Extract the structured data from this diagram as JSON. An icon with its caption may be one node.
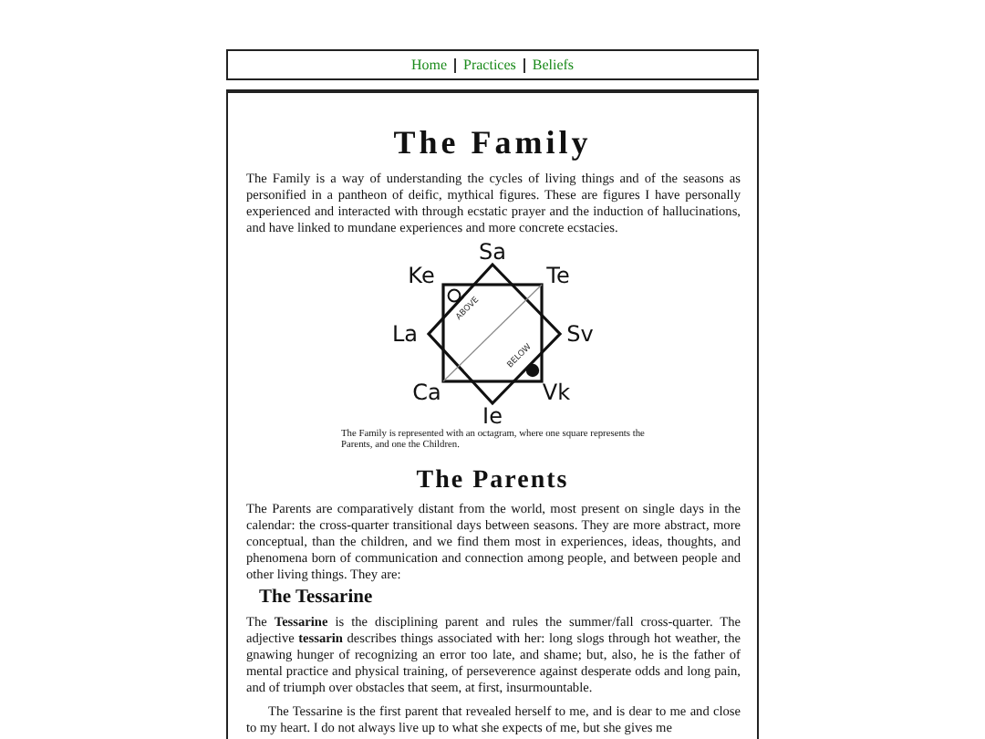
{
  "diagram": {
    "title": "The Family",
    "caption": "The Family is represented with an octagram, where one square represents the Parents, and one the Children.",
    "labels": [
      "Home",
      "Practices",
      "Beliefs",
      "The Family is a way of understanding the cycles of living things and of the seasons as personified in a pantheon of deific, mythical figures. These are figures I have personally experienced and interacted with through ecstatic prayer and the induction of hallucinations, and have linked to mundane experiences and more concrete ecstacies.",
      "Sa",
      "Ke",
      "Te",
      "La",
      "Sv",
      "Ca",
      "Vk",
      "Ie",
      "ABOVE",
      "BELOW",
      "The Parents",
      "The Parents are comparatively distant from the world, most present on single days in the calendar: the cross-quarter transitional days between seasons. They are more abstract, more conceptual, than the children, and we find them most in experiences, ideas, thoughts, and phenomena born of communication and connection among people, and between people and other living things. They are:",
      "The Tessarine",
      "The **Tessarine** is the disciplining parent and rules the summer/fall cross-quarter. The adjective **tessarin** describes things associated with her: long slogs through hot weather, the gnawing hunger of recognizing an error too late, and shame; but, also, he is the father of mental practice and physical training, of perseverence against desperate odds and long pain, and of triumph over obstacles that seem, at first, insurmountable.",
      "The Tessarine is the first parent that revealed herself to me, and is dear to me and close to my heart. I do not always live up to what she expects of me, but she gives me"
    ]
  }
}
